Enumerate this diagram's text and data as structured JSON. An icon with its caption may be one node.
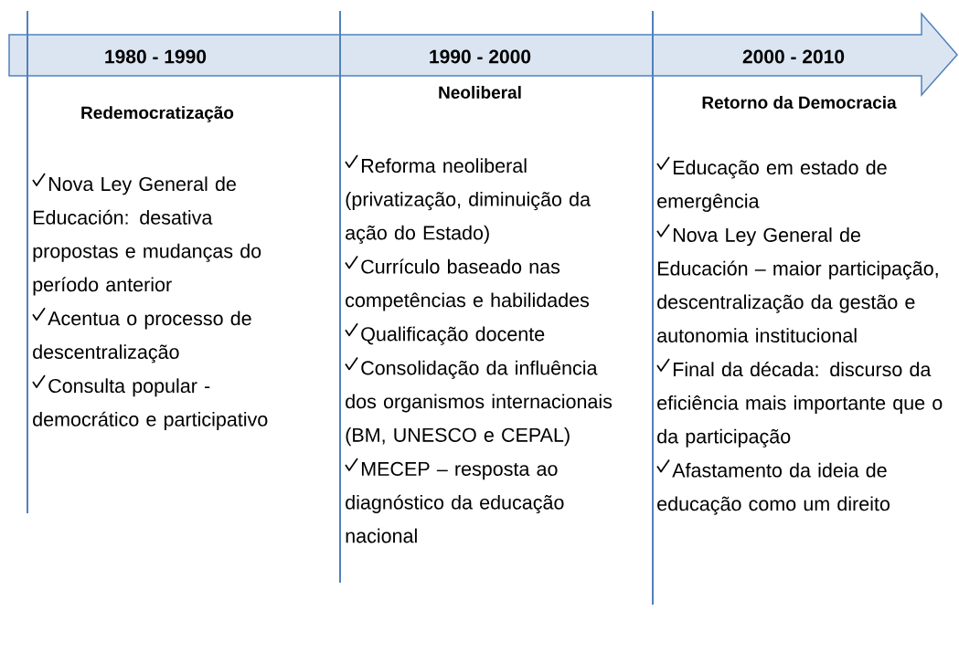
{
  "diagram": {
    "nodes": [
      {
        "text": [
          "1980 - 1990",
          "1990 - 2000",
          "2000 - 2010"
        ]
      }
    ],
    "labels": [
      "Redemocratização",
      "Nova Ley General de Educación: desativa propostas e mudanças do período anterior",
      "Acentua o processo de descentralização",
      "Consulta popular - democrático e participativo",
      "Neoliberal",
      "Reforma neoliberal (privatização, diminuição da ação do Estado)",
      "Currículo baseado nas competências e habilidades",
      "Qualificação docente",
      "Consolidação da influência dos organismos internacionais (BM, UNESCO e CEPAL)",
      "MECEP – resposta ao diagnóstico da educação nacional",
      "Retorno da Democracia",
      "Educação em estado de emergência",
      "Nova Ley General de Educación – maior participação, descentralização da gestão e autonomia institucional",
      "Final da década: discurso da eficiência mais importante que o da participação",
      "Afastamento da ideia de educação como um direito"
    ]
  }
}
